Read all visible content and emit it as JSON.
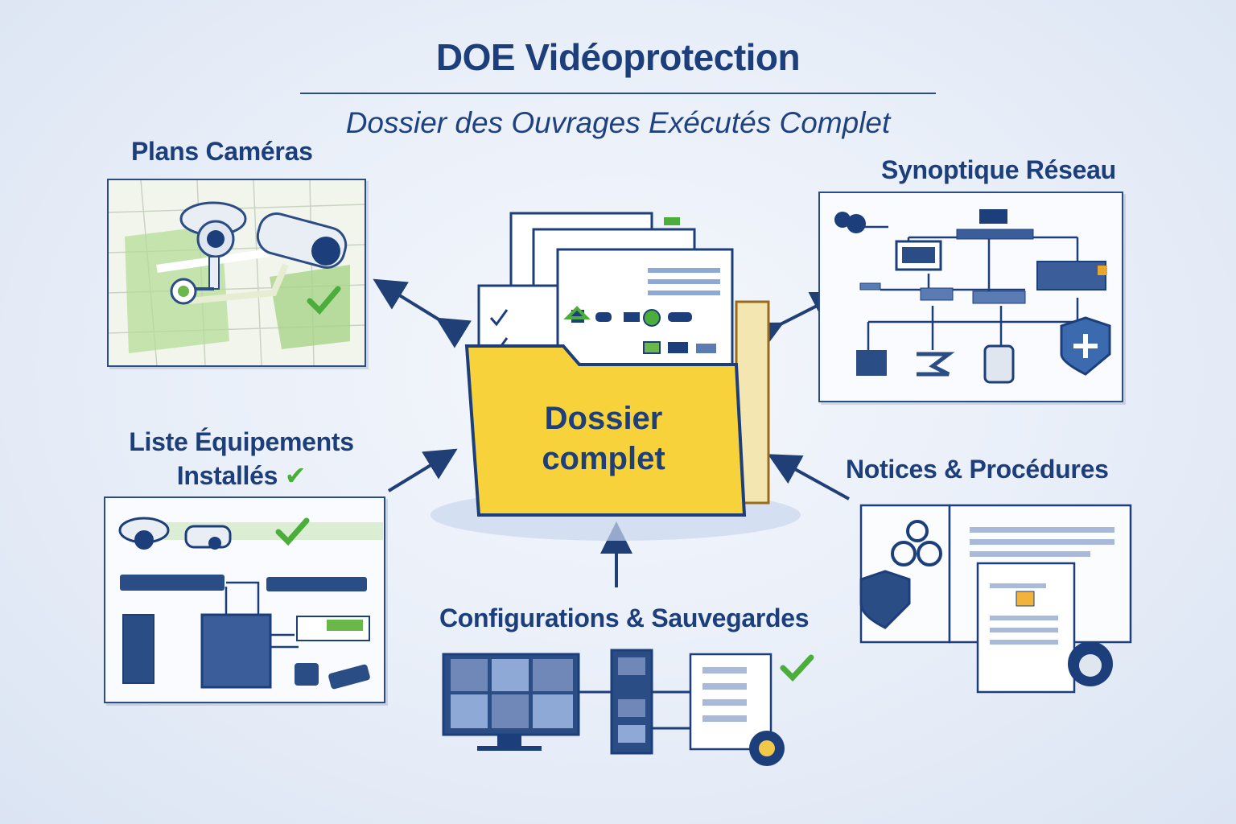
{
  "header": {
    "title": "DOE Vidéoprotection",
    "subtitle": "Dossier des Ouvrages Exécutés Complet"
  },
  "center": {
    "label_line1": "Dossier",
    "label_line2": "complet"
  },
  "sections": {
    "plans": "Plans Caméras",
    "synoptique": "Synoptique Réseau",
    "liste_line1": "Liste Équipements",
    "liste_line2": "Installés",
    "notices": "Notices & Procédures",
    "configs": "Configurations & Sauvegardes"
  },
  "colors": {
    "navy": "#1c3f7c",
    "folder_yellow": "#f7d23a",
    "check_green": "#4cae3a",
    "map_green": "#9ccf7e"
  }
}
